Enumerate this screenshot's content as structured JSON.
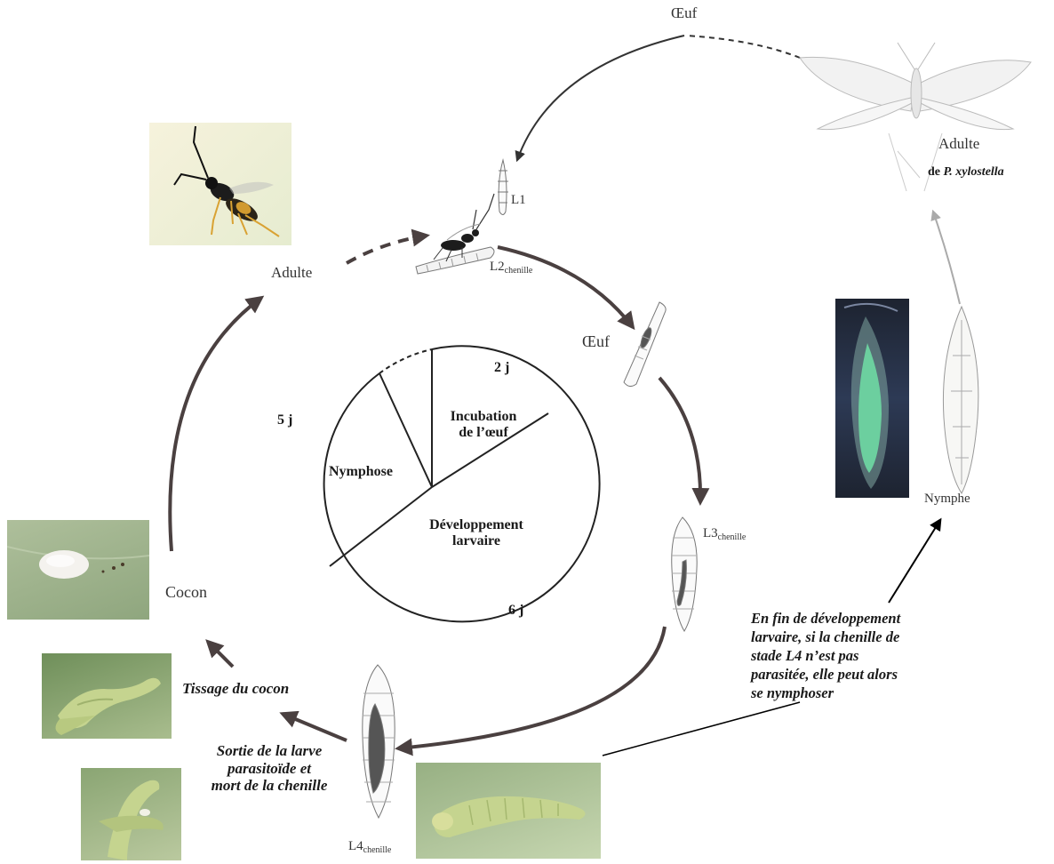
{
  "labels": {
    "host_egg": "Œuf",
    "host_adult": "Adulte",
    "host_species_prefix": "de",
    "host_species": "P. xylostella",
    "l1": "L1",
    "l2": "L2",
    "chenille": "chenille",
    "wasp_adult": "Adulte",
    "wasp_egg": "Œuf",
    "l3": "L3",
    "l4": "L4",
    "cocoon": "Cocon",
    "cocoon_weaving": "Tissage du cocon",
    "larva_exit": [
      "Sortie de la larve",
      "parasitoïde et",
      "mort de la chenille"
    ],
    "pupa": "Nymphe",
    "note": [
      "En fin de développement",
      "larvaire, si la chenille de",
      "stade L4 n’est pas",
      "parasitée, elle peut alors",
      "se nymphoser"
    ]
  },
  "pie": {
    "days_egg": "2 j",
    "days_pupa": "5 j",
    "days_larva": "6 j",
    "incubation": [
      "Incubation",
      "de l’œuf"
    ],
    "nymphose": "Nymphose",
    "development": [
      "Développement",
      "larvaire"
    ]
  },
  "colors": {
    "arrow": "#4a4040",
    "leaf": "#9bb58a",
    "caterpillar": "#c5d48f",
    "wasp": "#1c1c1c"
  }
}
